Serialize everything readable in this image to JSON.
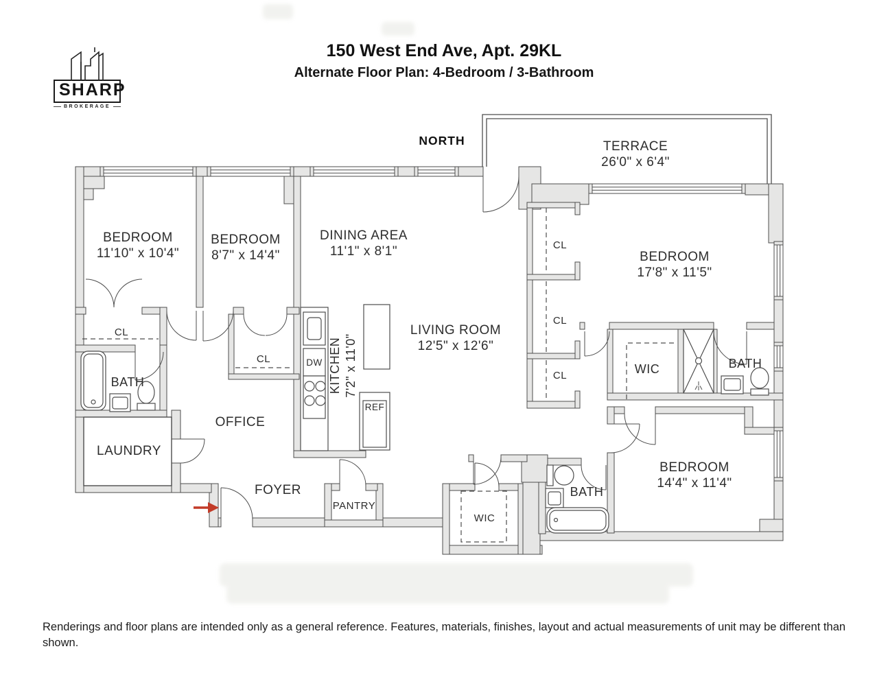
{
  "header": {
    "logo": {
      "brand": "SHARP",
      "tagline": "BROKERAGE"
    },
    "title": "150 West End Ave, Apt. 29KL",
    "subtitle": "Alternate Floor Plan:  4-Bedroom / 3-Bathroom"
  },
  "plan": {
    "north_label": "NORTH",
    "terrace": {
      "name": "TERRACE",
      "dims": "26'0\" x 6'4\""
    },
    "bedroom_1": {
      "name": "BEDROOM",
      "dims": "11'10\" x 10'4\""
    },
    "bedroom_2": {
      "name": "BEDROOM",
      "dims": "8'7\" x 14'4\""
    },
    "bedroom_3": {
      "name": "BEDROOM",
      "dims": "17'8\" x 11'5\""
    },
    "bedroom_4": {
      "name": "BEDROOM",
      "dims": "14'4\" x 11'4\""
    },
    "dining_area": {
      "name": "DINING AREA",
      "dims": "11'1\" x 8'1\""
    },
    "living_room": {
      "name": "LIVING ROOM",
      "dims": "12'5\" x 12'6\""
    },
    "kitchen": {
      "name": "KITCHEN",
      "dims": "7'2\" x 11'0\""
    },
    "office": "OFFICE",
    "laundry": "LAUNDRY",
    "foyer": "FOYER",
    "pantry": "PANTRY",
    "bath": "BATH",
    "wic": "WIC",
    "closet": "CL",
    "dishwasher": "DW",
    "refrigerator": "REF"
  },
  "footer": {
    "disclaimer": "Renderings and floor plans are intended only as a general reference. Features, materials, finishes, layout and actual measurements of unit may be different than shown."
  },
  "colors": {
    "wall_fill": "#e6e6e5",
    "line": "#4d4d4d",
    "text": "#2d2d2d",
    "entry_arrow": "#c23b28"
  }
}
